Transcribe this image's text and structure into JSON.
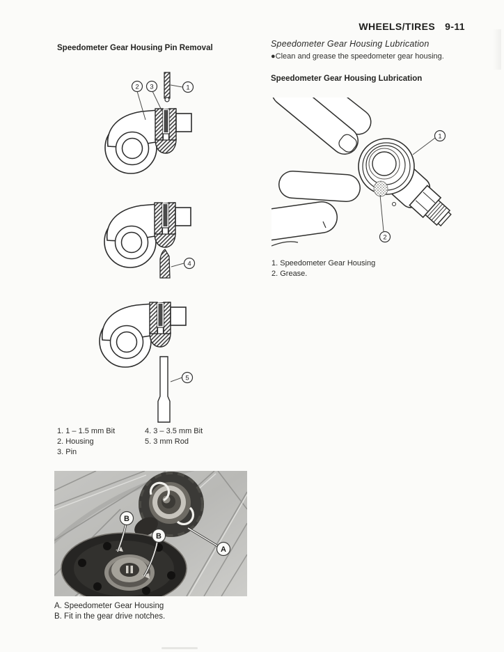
{
  "header": {
    "title": "WHEELS/TIRES",
    "page_no": "9-11"
  },
  "left_column": {
    "title": "Speedometer Gear Housing Pin Removal",
    "figure1_callouts": {
      "c1": "1",
      "c2": "2",
      "c3": "3"
    },
    "figure2_callout": "4",
    "figure3_callout": "5",
    "legend": {
      "col1": [
        "1. 1 – 1.5 mm Bit",
        "2. Housing",
        "3. Pin"
      ],
      "col2": [
        "4. 3 – 3.5 mm Bit",
        "5. 3 mm Rod"
      ]
    },
    "photo": {
      "callout_b1": "B",
      "callout_b2": "B",
      "callout_a": "A",
      "captions": [
        "A. Speedometer Gear Housing",
        "B. Fit in the gear drive notches."
      ]
    }
  },
  "right_column": {
    "title": "Speedometer Gear Housing Lubrication",
    "bullet": "●",
    "instruction": "Clean and grease the speedometer gear housing.",
    "figure_title": "Speedometer Gear Housing Lubrication",
    "figure_callouts": {
      "c1": "1",
      "c2": "2"
    },
    "legend": [
      "1. Speedometer Gear Housing",
      "2. Grease."
    ]
  }
}
